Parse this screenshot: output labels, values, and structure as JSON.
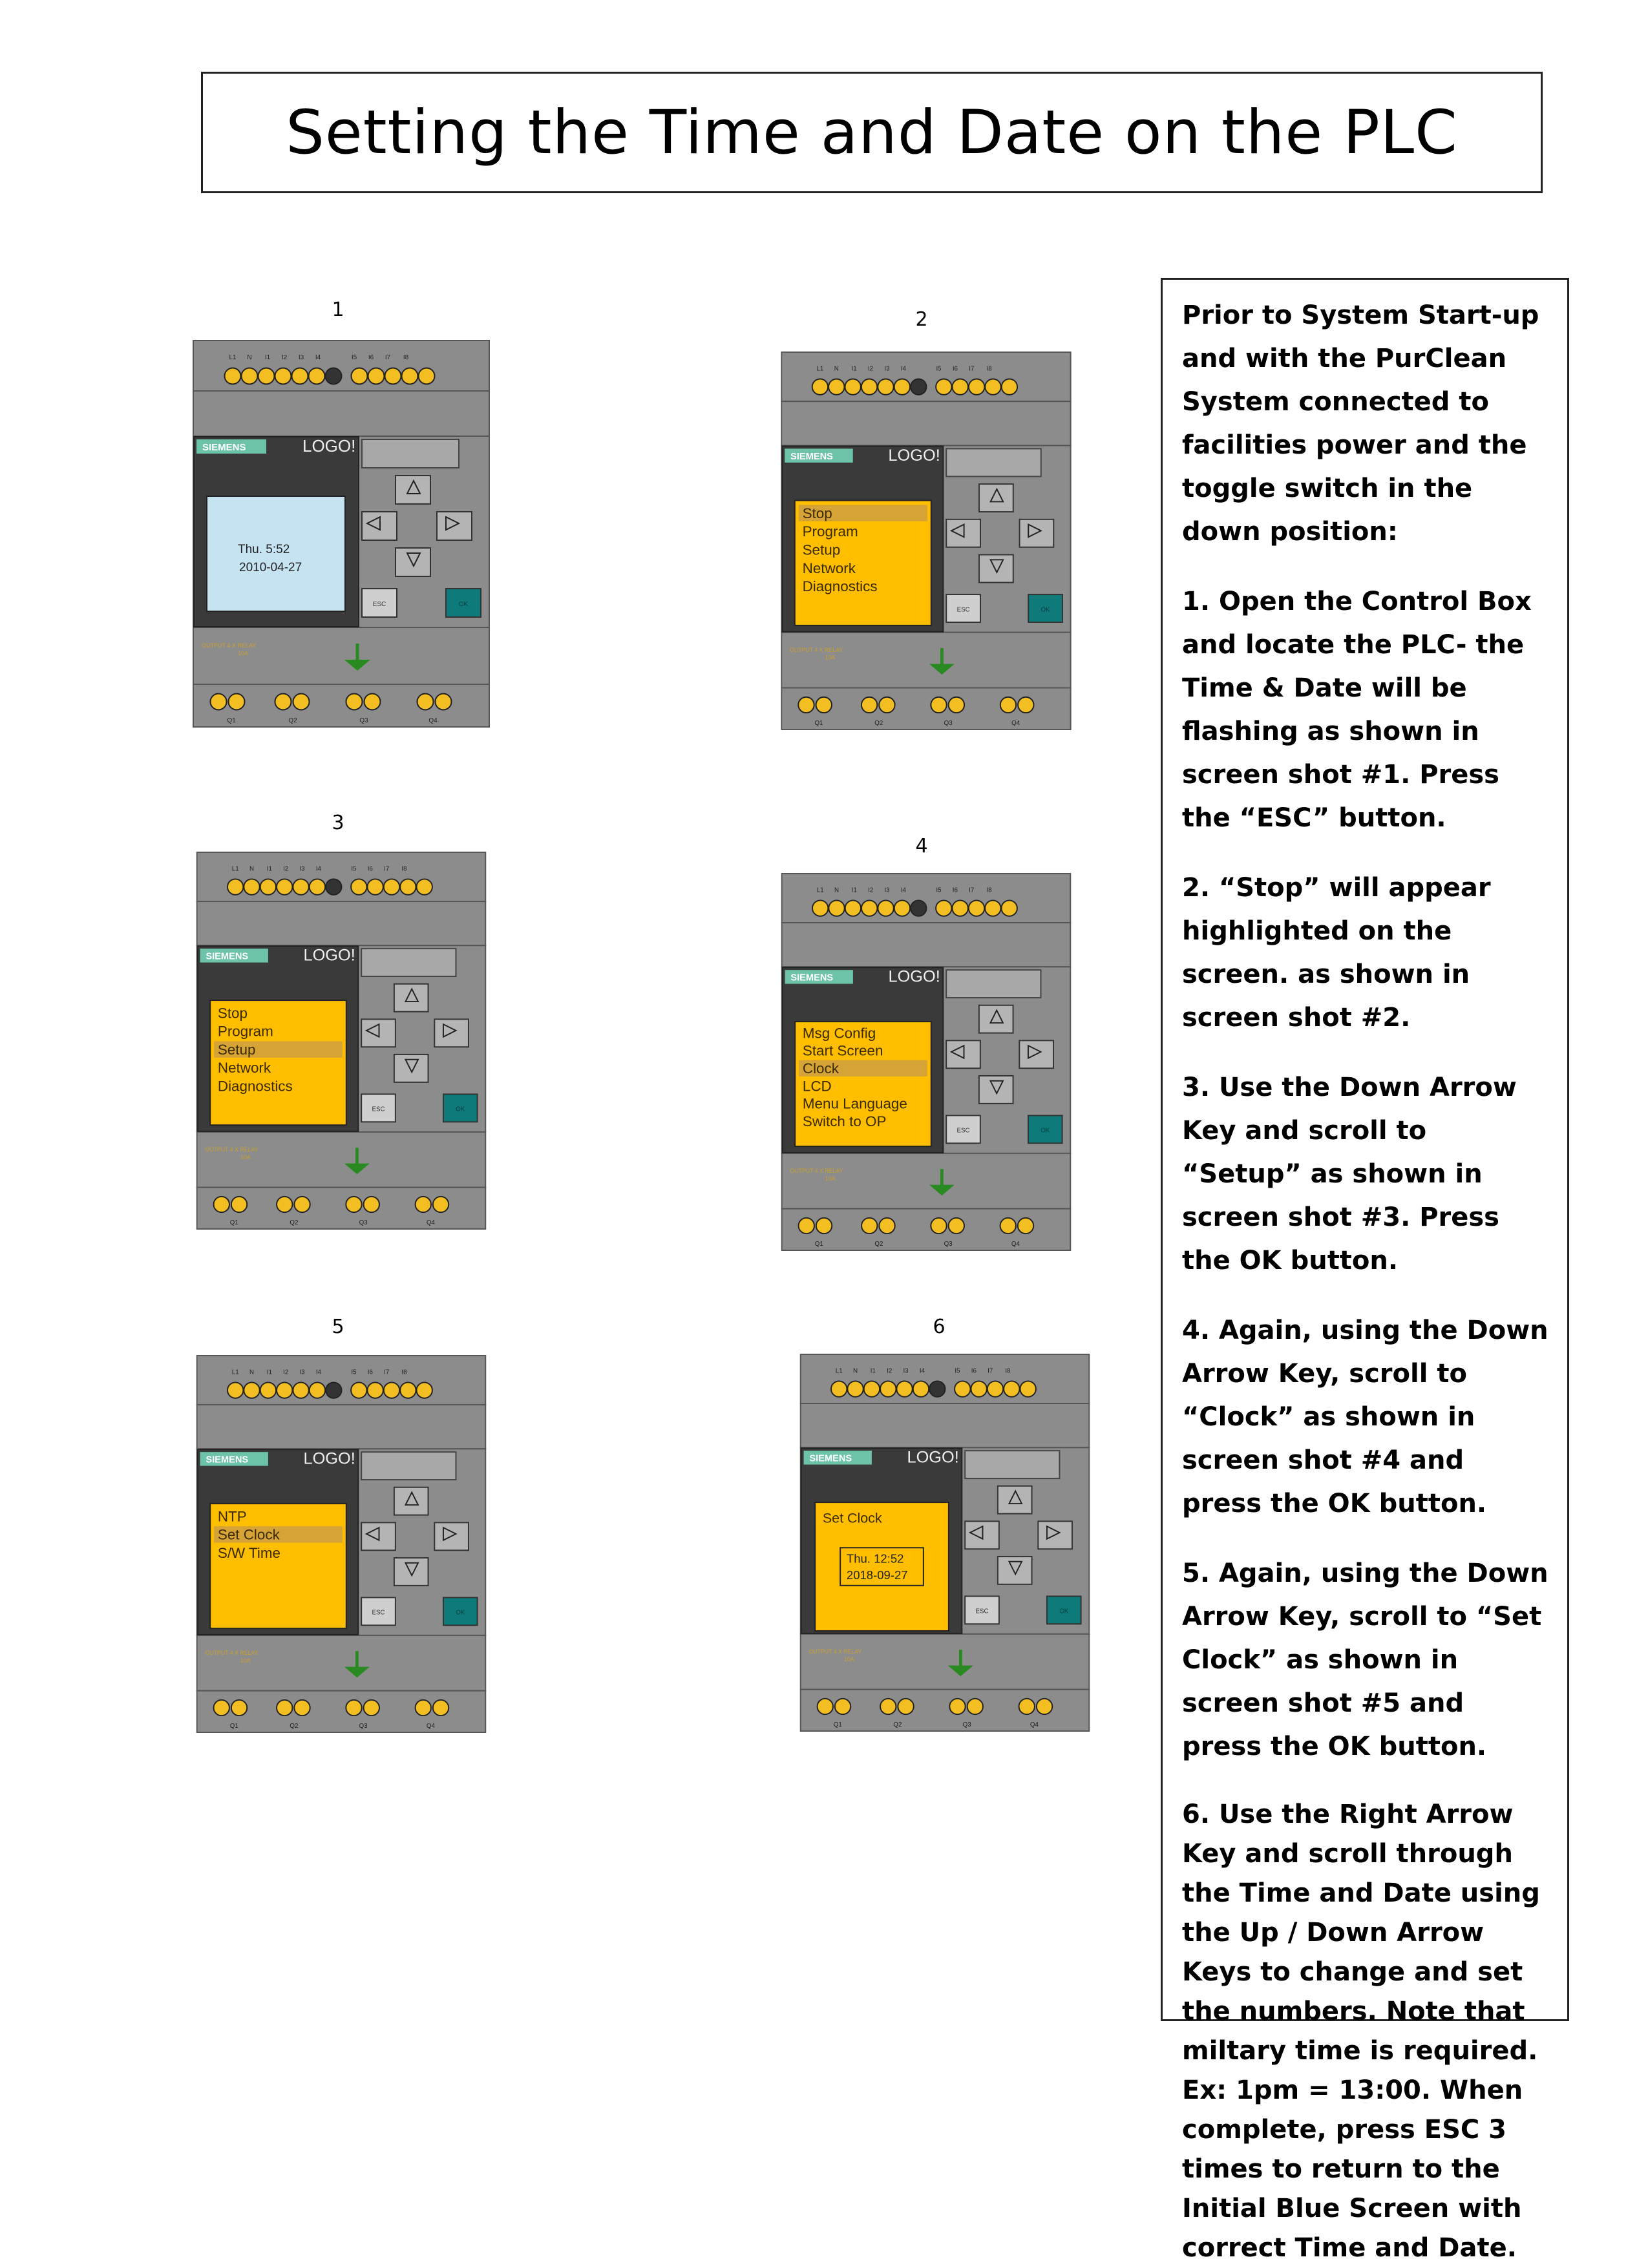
{
  "title": "Setting the Time and Date on the PLC",
  "instructions": {
    "intro": "Prior to System Start-up and with the PurClean System connected to facilities power and the toggle switch in the down position:",
    "steps": [
      "1. Open the Control Box and locate the PLC- the Time & Date will be flashing as shown in screen shot #1. Press the “ESC” button.",
      "2. “Stop” will appear highlighted on the screen. as shown in screen shot #2.",
      "3. Use the Down Arrow Key and scroll to “Setup” as shown in screen shot #3. Press the OK button.",
      "4. Again, using the Down Arrow Key, scroll to “Clock” as shown in screen shot #4 and press the OK button.",
      "5. Again, using the Down Arrow Key, scroll to “Set Clock” as shown in screen shot #5 and press the OK button.",
      "6. Use the Right Arrow Key and scroll through the Time and Date using the Up / Down Arrow Keys to change and set the numbers. Note that miltary time is required. Ex: 1pm = 13:00. When complete, press ESC 3 times to return to the Initial Blue Screen with correct Time and Date."
    ]
  },
  "device": {
    "brand": "SIEMENS",
    "model": "LOGO!",
    "esc_label": "ESC",
    "ok_label": "OK",
    "output_label": "OUTPUT 4 X RELAY",
    "output_sub": "10A",
    "input_labels": [
      "L1",
      "N",
      "I1",
      "I2",
      "I3",
      "I4",
      "I5",
      "I6",
      "I7",
      "I8"
    ],
    "output_terms": [
      "Q1",
      "Q2",
      "Q3",
      "Q4"
    ]
  },
  "screenshots": [
    {
      "number": "1",
      "screen": "blue",
      "lines": [
        "Thu.    5:52",
        "2010-04-27"
      ],
      "highlight": -1
    },
    {
      "number": "2",
      "screen": "menu",
      "lines": [
        "Stop",
        "Program",
        "Setup",
        "Network",
        "Diagnostics"
      ],
      "highlight": 0
    },
    {
      "number": "3",
      "screen": "menu",
      "lines": [
        "Stop",
        "Program",
        "Setup",
        "Network",
        "Diagnostics"
      ],
      "highlight": 2
    },
    {
      "number": "4",
      "screen": "menu",
      "lines": [
        "Msg Config",
        "Start Screen",
        "Clock",
        "LCD",
        "Menu Language",
        "Switch to OP"
      ],
      "highlight": 2
    },
    {
      "number": "5",
      "screen": "menu",
      "lines": [
        "NTP",
        "Set Clock",
        "S/W Time"
      ],
      "highlight": 1
    },
    {
      "number": "6",
      "screen": "setclock",
      "lines": [
        "Set Clock",
        "Thu.  12:52",
        "2018-09-27"
      ],
      "highlight": -1
    }
  ],
  "colors": {
    "housing": "#8c8c8c",
    "screen_yellow": "#ffbe00",
    "screen_blue": "#c6e3f2",
    "terminal": "#f2be22",
    "ok_button": "#0e7a7a",
    "brand_badge": "#6cc3a9",
    "ground_symbol": "#2a8a22"
  }
}
